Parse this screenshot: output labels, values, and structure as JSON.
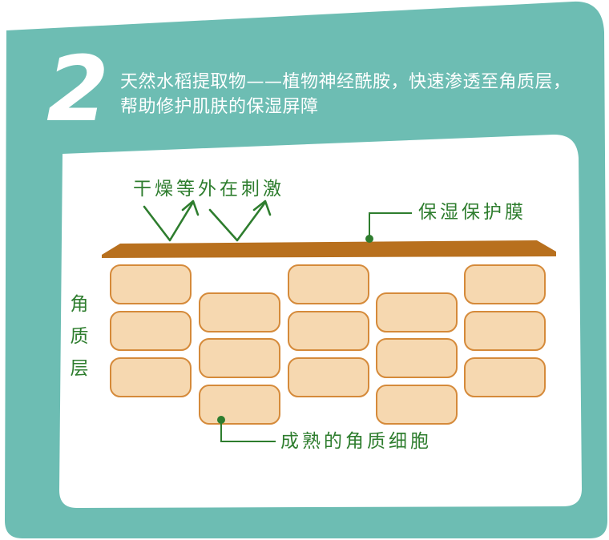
{
  "colors": {
    "panel": "#6dbdb3",
    "card": "#ffffff",
    "membrane": "#b8701e",
    "cell_fill": "#f6d8b0",
    "cell_stroke": "#d58a3a",
    "annotation": "#2e7d2e"
  },
  "heading": {
    "number": "2",
    "text": "天然水稻提取物——植物神经酰胺，快速渗透至角质层，帮助修护肌肤的保湿屏障"
  },
  "labels": {
    "external_irritants": "干燥等外在刺激",
    "protective_film": "保湿保护膜",
    "stratum_corneum": "角质层",
    "mature_cells": "成熟的角质细胞"
  },
  "icons": {
    "arrows": "zigzag-arrow-icon",
    "pointer_dot": "dot-icon"
  }
}
